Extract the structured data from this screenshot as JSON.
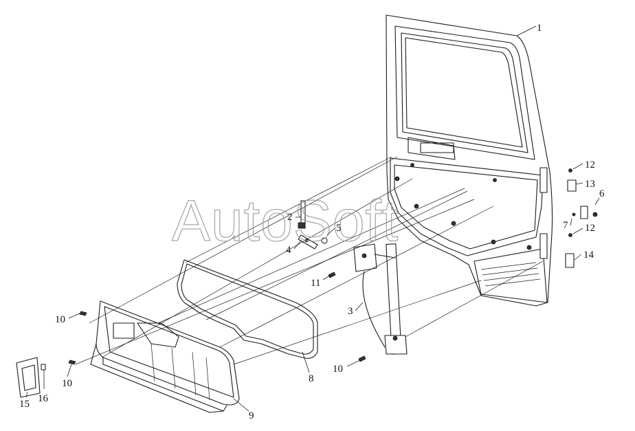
{
  "watermark": "AutoSoft",
  "callouts": [
    {
      "id": "1",
      "label": "1"
    },
    {
      "id": "2",
      "label": "2"
    },
    {
      "id": "3",
      "label": "3"
    },
    {
      "id": "4",
      "label": "4"
    },
    {
      "id": "5",
      "label": "5"
    },
    {
      "id": "6",
      "label": "6"
    },
    {
      "id": "7",
      "label": "7"
    },
    {
      "id": "8",
      "label": "8"
    },
    {
      "id": "9",
      "label": "9"
    },
    {
      "id": "10a",
      "label": "10"
    },
    {
      "id": "10b",
      "label": "10"
    },
    {
      "id": "10c",
      "label": "10"
    },
    {
      "id": "11",
      "label": "11"
    },
    {
      "id": "12a",
      "label": "12"
    },
    {
      "id": "12b",
      "label": "12"
    },
    {
      "id": "13",
      "label": "13"
    },
    {
      "id": "14",
      "label": "14"
    },
    {
      "id": "15",
      "label": "15"
    },
    {
      "id": "16",
      "label": "16"
    }
  ]
}
